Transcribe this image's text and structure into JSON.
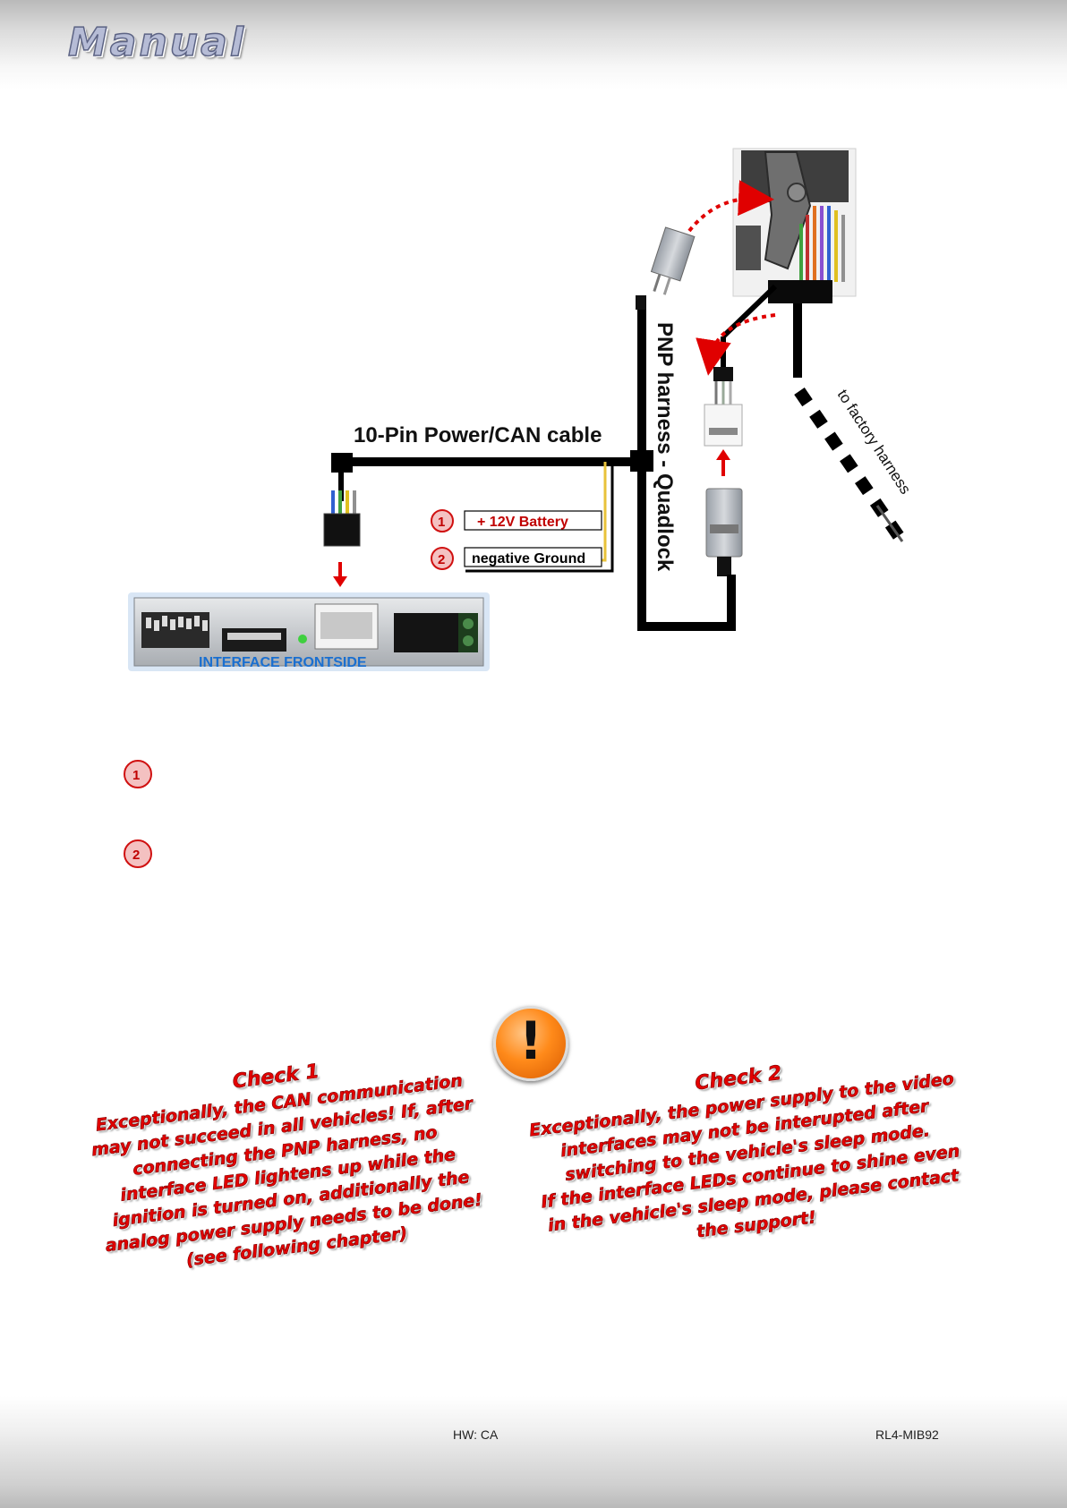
{
  "header": {
    "logo_text": "Manual"
  },
  "diagram": {
    "cable_label": "10-Pin Power/CAN cable",
    "harness_label": "PNP harness - Quadlock",
    "factory_label": "to factory harness",
    "interface_label": "INTERFACE  FRONTSIDE",
    "badges": [
      {
        "number": "1",
        "text": "+ 12V Battery"
      },
      {
        "number": "2",
        "text": "negative Ground"
      }
    ]
  },
  "list_badges": [
    {
      "number": "1"
    },
    {
      "number": "2"
    }
  ],
  "warning": {
    "icon": "exclamation-icon",
    "symbol": "!"
  },
  "check1": {
    "title": "Check 1",
    "lines": [
      "Exceptionally, the CAN communication",
      "may not succeed in all vehicles! If, after",
      "connecting the PNP harness, no",
      "interface LED lightens up while the",
      "ignition is turned on, additionally the",
      "analog power supply needs to be done!",
      "(see following chapter)"
    ]
  },
  "check2": {
    "title": "Check 2",
    "lines": [
      "Exceptionally, the power supply to the video",
      "interfaces may not be interupted after",
      "switching to the vehicle's sleep mode.",
      "If the interface LEDs continue to shine even",
      "in the vehicle's sleep mode, please contact",
      "the support!"
    ]
  },
  "footer": {
    "hw": "HW: CA",
    "model": "RL4-MIB92"
  },
  "colors": {
    "accent_red": "#e30000",
    "badge_red": "#d01010",
    "interface_blue": "#1a6fd0",
    "warning_orange": "#ff8a1a"
  }
}
